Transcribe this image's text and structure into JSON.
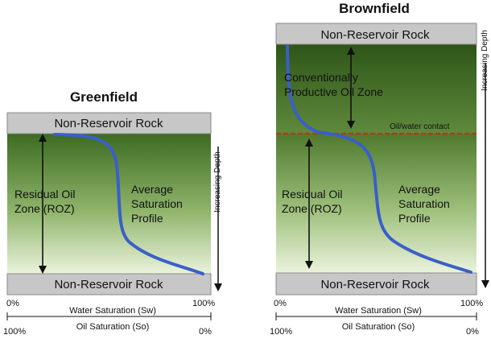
{
  "greenfield": {
    "title": "Greenfield",
    "top_rock": "Non-Reservoir Rock",
    "bottom_rock": "Non-Reservoir Rock",
    "roz_line1": "Residual Oil",
    "roz_line2": "Zone (ROZ)",
    "profile_line1": "Average",
    "profile_line2": "Saturation",
    "profile_line3": "Profile",
    "depth_label": "Increasing Depth",
    "sw_label": "Water Saturation (Sw)",
    "sw_min": "0%",
    "sw_max": "100%",
    "so_label": "Oil Saturation (So)",
    "so_min": "100%",
    "so_max": "0%"
  },
  "brownfield": {
    "title": "Brownfield",
    "top_rock": "Non-Reservoir Rock",
    "bottom_rock": "Non-Reservoir Rock",
    "conv_line1": "Conventionally",
    "conv_line2": "Productive Oil Zone",
    "owc_label": "Oil/water contact",
    "roz_line1": "Residual Oil",
    "roz_line2": "Zone (ROZ)",
    "profile_line1": "Average",
    "profile_line2": "Saturation",
    "profile_line3": "Profile",
    "depth_label": "Increasing Depth",
    "sw_label": "Water Saturation (Sw)",
    "sw_min": "0%",
    "sw_max": "100%",
    "so_label": "Oil Saturation (So)",
    "so_min": "100%",
    "so_max": "0%"
  },
  "colors": {
    "rock": "#c7c7c7",
    "zone_top": "#3a6b1f",
    "zone_bottom": "#e8f2d6",
    "profile_curve": "#3a5fc8",
    "contact_line": "#d9241b"
  }
}
